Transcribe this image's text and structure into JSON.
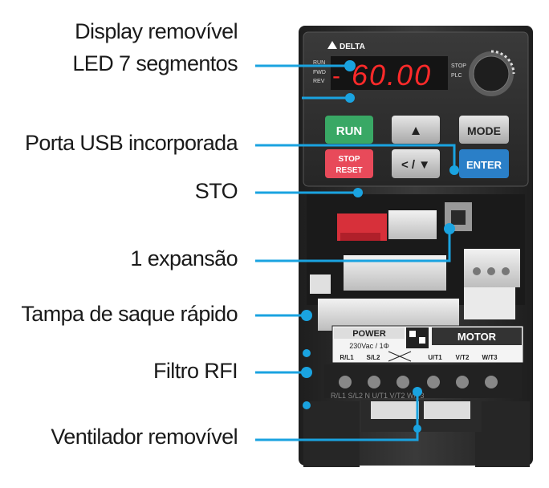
{
  "callouts": [
    "Display removível",
    "LED 7 segmentos",
    "Porta USB incorporada",
    "STO",
    "1 expansão",
    "Tampa de saque rápido",
    "Filtro RFI",
    "Ventilador removível"
  ],
  "device": {
    "brand": "DELTA",
    "display_value": "60.00",
    "display_sign": "-",
    "indicators": {
      "run": "RUN",
      "fwd": "FWD",
      "rev": "REV",
      "stop": "STOP",
      "plc": "PLC"
    },
    "buttons": {
      "run": "RUN",
      "stop_line1": "STOP",
      "stop_line2": "RESET",
      "up": "▲",
      "left_down": "< / ▼",
      "mode": "MODE",
      "enter": "ENTER"
    },
    "power_label": "POWER",
    "power_spec": "230Vac / 1Φ",
    "motor_label": "MOTOR",
    "terminals": [
      "R/L1",
      "S/L2",
      "",
      "U/T1",
      "V/T2",
      "W/T3"
    ],
    "bottom_terminals": "R/L1  S/L2  N   U/T1  V/T2  W/T3"
  },
  "colors": {
    "callout_line": "#1aa3e0",
    "run_button": "#39a865",
    "stop_button": "#e84a5a",
    "enter_button": "#2a7fc8",
    "led_red": "#ff2a2a",
    "body_dark": "#2c2c2c"
  }
}
